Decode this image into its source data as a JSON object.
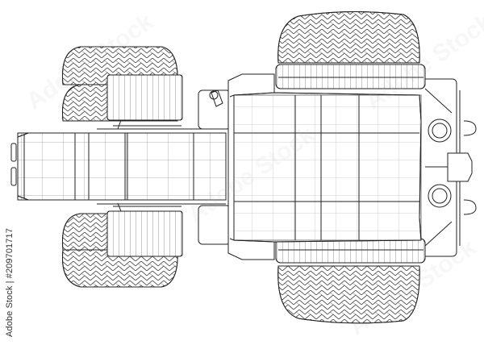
{
  "image": {
    "subject": "Wireframe tractor top view",
    "background_color": "#ffffff",
    "line_color": "#222222"
  },
  "watermark": {
    "vertical_text": "Adobe Stock | #209701717",
    "ghost_text": "Adobe Stock"
  }
}
